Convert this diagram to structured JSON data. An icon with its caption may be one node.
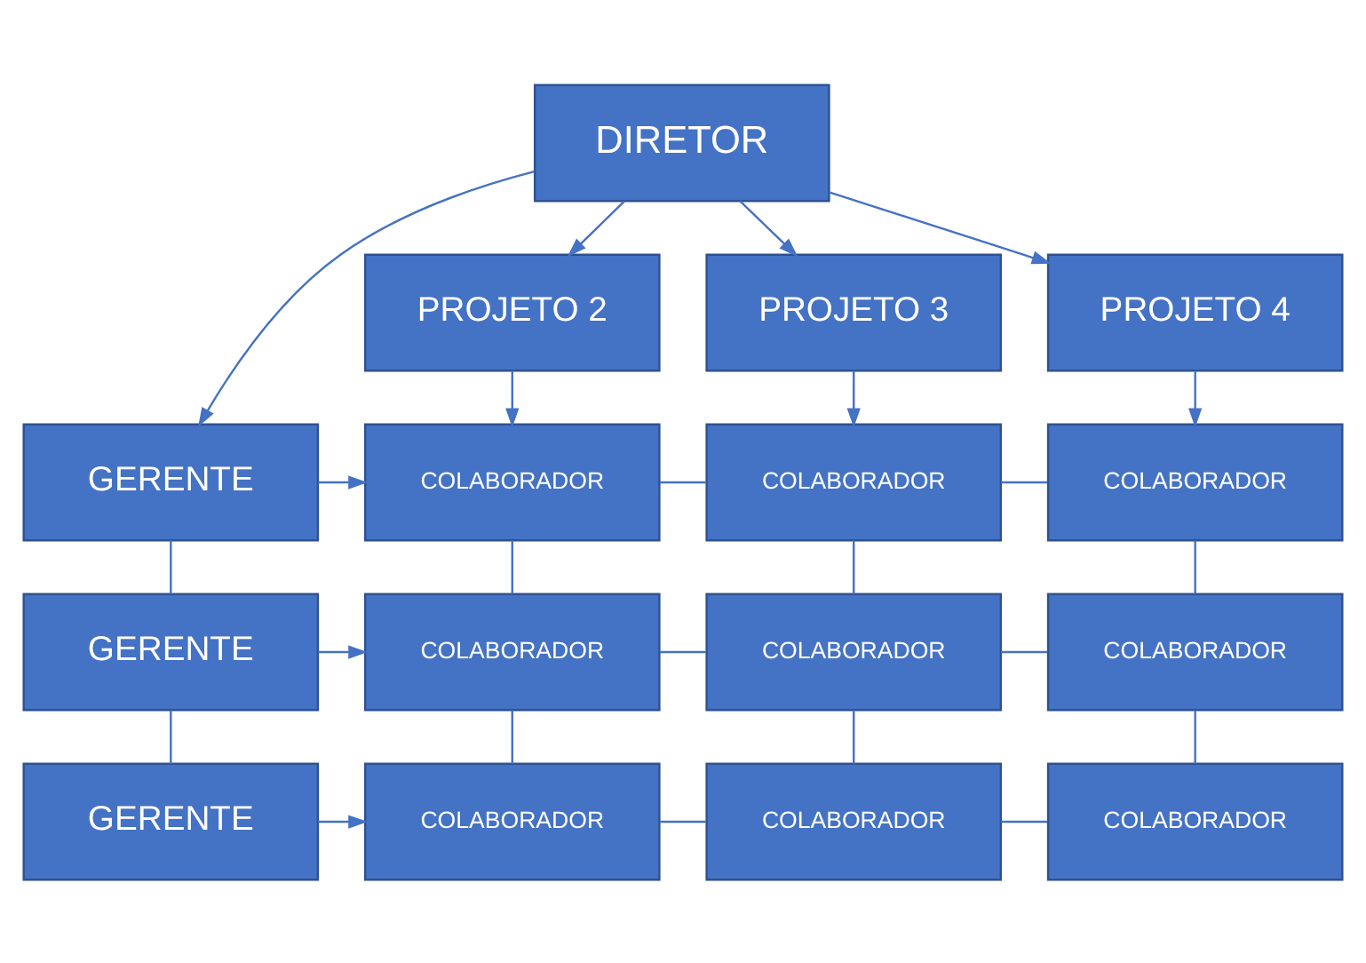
{
  "diagram": {
    "nodes": [
      {
        "text": [
          "DIRETOR"
        ]
      },
      {
        "text": [
          "PROJETO 2"
        ]
      },
      {
        "text": [
          "PROJETO 3"
        ]
      },
      {
        "text": [
          "PROJETO 4"
        ]
      },
      {
        "text": [
          "GERENTE"
        ]
      },
      {
        "text": [
          "COLABORADOR"
        ]
      },
      {
        "text": [
          "COLABORADOR"
        ]
      },
      {
        "text": [
          "COLABORADOR"
        ]
      },
      {
        "text": [
          "GERENTE"
        ]
      },
      {
        "text": [
          "COLABORADOR"
        ]
      },
      {
        "text": [
          "COLABORADOR"
        ]
      },
      {
        "text": [
          "COLABORADOR"
        ]
      },
      {
        "text": [
          "GERENTE"
        ]
      },
      {
        "text": [
          "COLABORADOR"
        ]
      },
      {
        "text": [
          "COLABORADOR"
        ]
      },
      {
        "text": [
          "COLABORADOR"
        ]
      }
    ],
    "edges": [
      {
        "from": 0,
        "to": 4,
        "arrow": "to"
      },
      {
        "from": 0,
        "to": 1,
        "arrow": "to"
      },
      {
        "from": 0,
        "to": 2,
        "arrow": "to"
      },
      {
        "from": 0,
        "to": 3,
        "arrow": "to"
      },
      {
        "from": 1,
        "to": 5,
        "arrow": "to"
      },
      {
        "from": 2,
        "to": 6,
        "arrow": "to"
      },
      {
        "from": 3,
        "to": 7,
        "arrow": "to"
      },
      {
        "from": 4,
        "to": 5,
        "arrow": "to"
      },
      {
        "from": 5,
        "to": 6,
        "arrow": "none"
      },
      {
        "from": 6,
        "to": 7,
        "arrow": "none"
      },
      {
        "from": 4,
        "to": 8,
        "arrow": "none"
      },
      {
        "from": 5,
        "to": 9,
        "arrow": "none"
      },
      {
        "from": 6,
        "to": 10,
        "arrow": "none"
      },
      {
        "from": 7,
        "to": 11,
        "arrow": "none"
      },
      {
        "from": 8,
        "to": 9,
        "arrow": "to"
      },
      {
        "from": 9,
        "to": 10,
        "arrow": "none"
      },
      {
        "from": 10,
        "to": 11,
        "arrow": "none"
      },
      {
        "from": 8,
        "to": 12,
        "arrow": "none"
      },
      {
        "from": 9,
        "to": 13,
        "arrow": "none"
      },
      {
        "from": 10,
        "to": 14,
        "arrow": "none"
      },
      {
        "from": 11,
        "to": 15,
        "arrow": "none"
      },
      {
        "from": 12,
        "to": 13,
        "arrow": "to"
      },
      {
        "from": 13,
        "to": 14,
        "arrow": "none"
      },
      {
        "from": 14,
        "to": 15,
        "arrow": "none"
      }
    ]
  }
}
